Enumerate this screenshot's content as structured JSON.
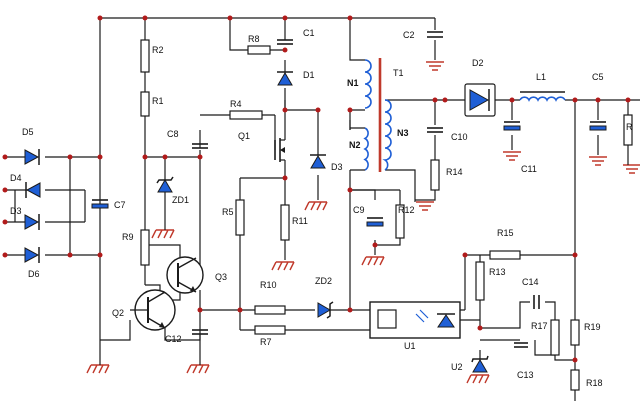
{
  "labels": {
    "D5": "D5",
    "D4": "D4",
    "D3": "D3",
    "D6": "D6",
    "C7": "C7",
    "R2": "R2",
    "R1": "R1",
    "R9": "R9",
    "C8": "C8",
    "ZD1": "ZD1",
    "Q1": "Q1",
    "Q2": "Q2",
    "Q3": "Q3",
    "C12": "C12",
    "R8": "R8",
    "C1": "C1",
    "D1": "D1",
    "R4": "R4",
    "R5": "R5",
    "R11": "R11",
    "D3b": "D3",
    "N1": "N1",
    "N2": "N2",
    "N3": "N3",
    "T1": "T1",
    "C2": "C2",
    "C9": "C9",
    "R12": "R12",
    "R10": "R10",
    "R7": "R7",
    "ZD2": "ZD2",
    "U1": "U1",
    "C10": "C10",
    "R14": "R14",
    "D2": "D2",
    "L1": "L1",
    "C5": "C5",
    "C11": "C11",
    "R15": "R15",
    "R13": "R13",
    "C14": "C14",
    "R17": "R17",
    "R19": "R19",
    "U2": "U2",
    "C13": "C13",
    "R18": "R18",
    "R3": "R"
  },
  "colors": {
    "wire": "#1b1b1b",
    "junction": "#b11b1b",
    "ground": "#c0392b",
    "diode": "#1f5fd6",
    "core": "#c0392b"
  }
}
